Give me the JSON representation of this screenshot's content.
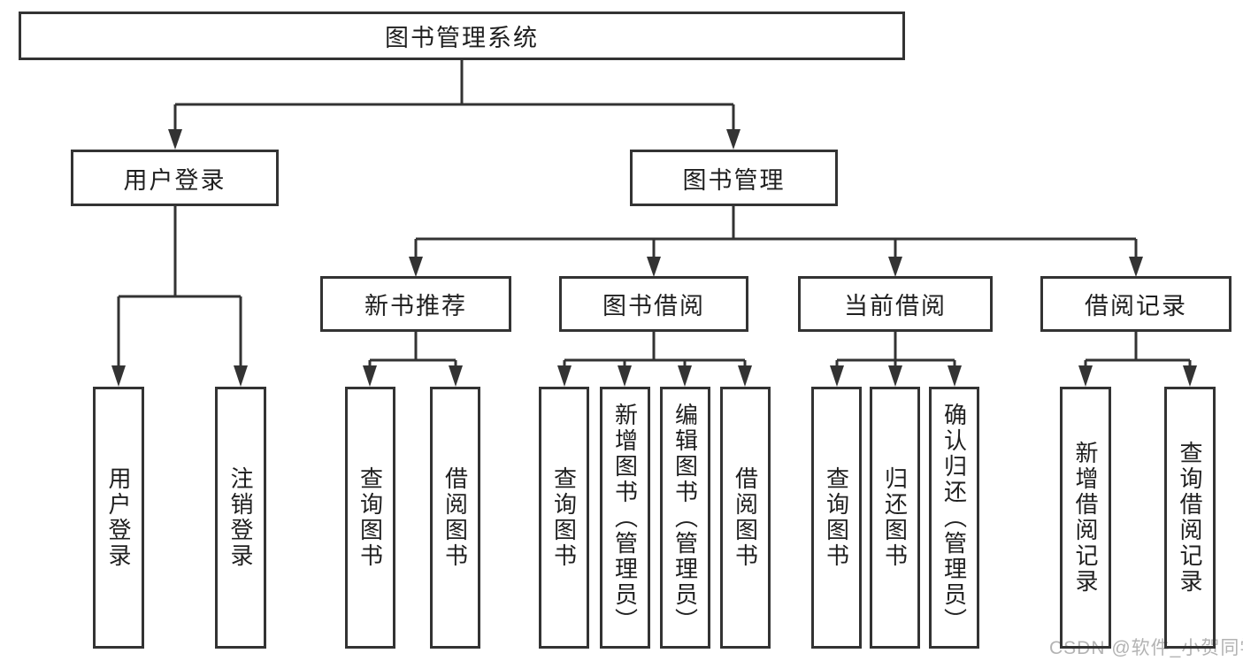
{
  "diagram_type": "hierarchy",
  "root": {
    "label": "图书管理系统"
  },
  "modules": [
    {
      "label": "用户登录",
      "functions": [
        {
          "label": "用户登录"
        },
        {
          "label": "注销登录"
        }
      ]
    },
    {
      "label": "图书管理",
      "submodules": [
        {
          "label": "新书推荐",
          "functions": [
            {
              "label": "查询图书"
            },
            {
              "label": "借阅图书"
            }
          ]
        },
        {
          "label": "图书借阅",
          "functions": [
            {
              "label": "查询图书"
            },
            {
              "label": "新增图书（管理员）"
            },
            {
              "label": "编辑图书（管理员）"
            },
            {
              "label": "借阅图书"
            }
          ]
        },
        {
          "label": "当前借阅",
          "functions": [
            {
              "label": "查询图书"
            },
            {
              "label": "归还图书"
            },
            {
              "label": "确认归还（管理员）"
            }
          ]
        },
        {
          "label": "借阅记录",
          "functions": [
            {
              "label": "新增借阅记录"
            },
            {
              "label": "查询借阅记录"
            }
          ]
        }
      ]
    }
  ],
  "watermark": "CSDN @软件_小贺同学",
  "colors": {
    "line": "#333333",
    "text": "#1f1f1f",
    "background": "#ffffff",
    "watermark": "#b3b3b3"
  }
}
